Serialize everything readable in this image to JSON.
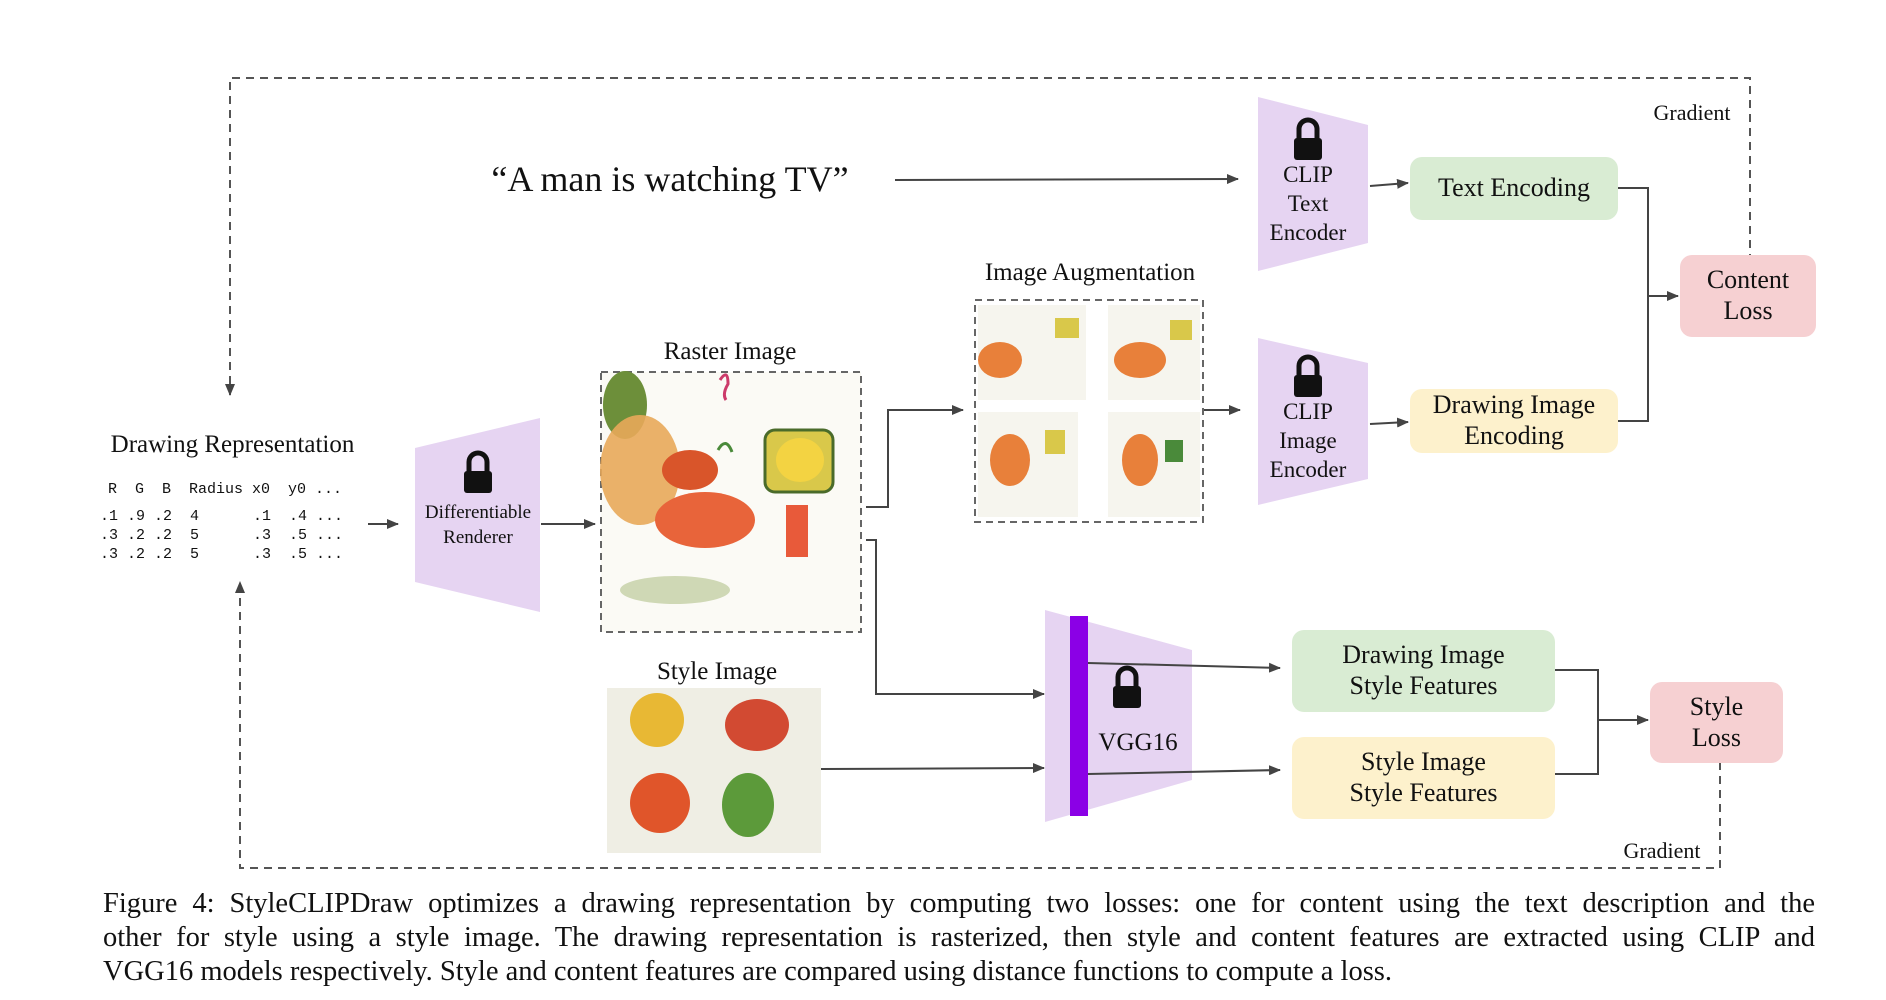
{
  "diagram": {
    "gradient_top_label": "Gradient",
    "gradient_bottom_label": "Gradient",
    "prompt_text": "“A man is watching TV”",
    "clip_text_encoder": [
      "CLIP",
      "Text",
      "Encoder"
    ],
    "clip_image_encoder": [
      "CLIP",
      "Image",
      "Encoder"
    ],
    "text_encoding": "Text Encoding",
    "drawing_image_encoding": [
      "Drawing Image",
      "Encoding"
    ],
    "content_loss": [
      "Content",
      "Loss"
    ],
    "image_augmentation_label": "Image Augmentation",
    "raster_image_label": "Raster Image",
    "drawing_representation_label": "Drawing Representation",
    "drawing_table": {
      "header": "R  G  B  Radius x0  y0 ...",
      "rows": [
        ".1 .9 .2  4      .1  .4 ...",
        ".3 .2 .2  5      .3  .5 ...",
        ".3 .2 .2  5      .3  .5 ..."
      ]
    },
    "renderer": [
      "Differentiable",
      "Renderer"
    ],
    "style_image_label": "Style Image",
    "vgg16": "VGG16",
    "drawing_style_features": [
      "Drawing Image",
      "Style Features"
    ],
    "style_image_features": [
      "Style Image",
      "Style Features"
    ],
    "style_loss": [
      "Style",
      "Loss"
    ],
    "colors": {
      "encoder_purple": "#e6d4f2",
      "vgg_bar": "#8b00e6",
      "green_box": "#d9ecd3",
      "yellow_box": "#fdf1cc",
      "pink_box": "#f6d0d2"
    }
  },
  "caption": [
    "Figure 4: StyleCLIPDraw optimizes a drawing representation by computing two losses: one for content using the text description and the",
    "other for style using a style image.  The drawing representation is rasterized, then style and content features are extracted using CLIP and",
    "VGG16 models respectively. Style and content features are compared using distance functions to compute a loss."
  ]
}
